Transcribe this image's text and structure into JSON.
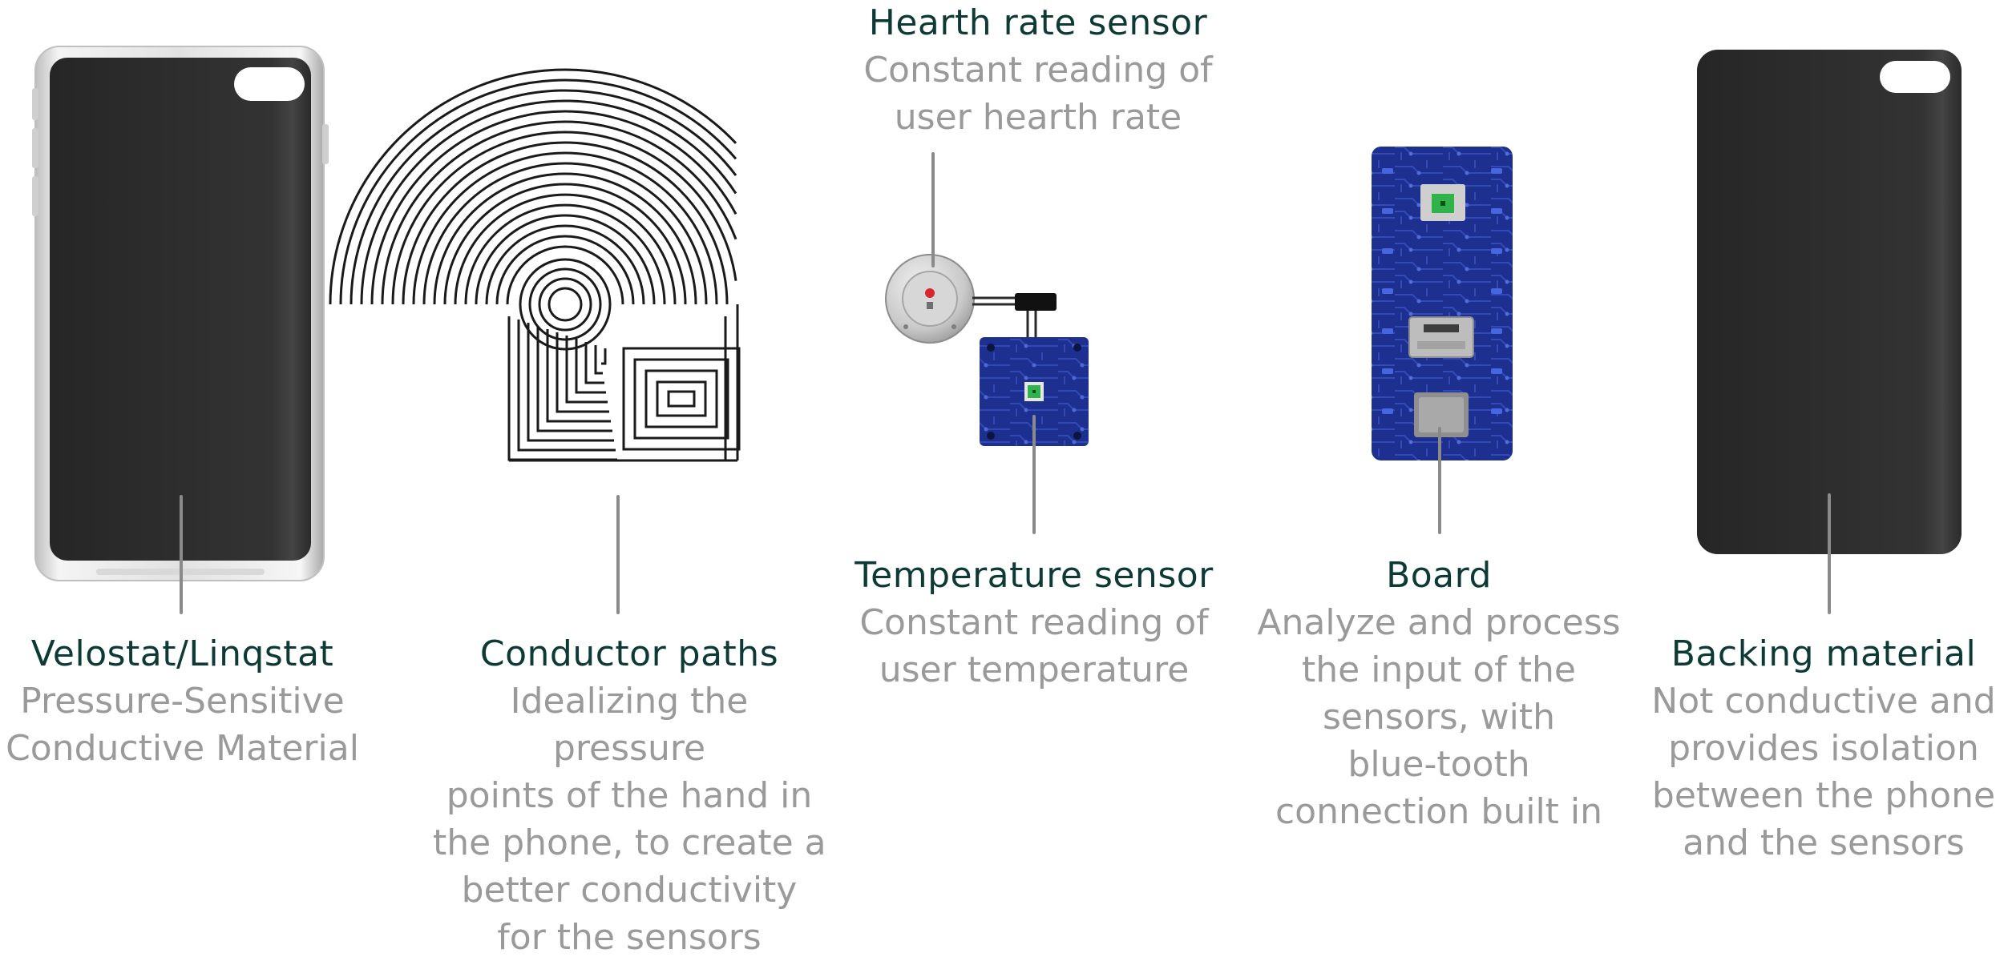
{
  "components": [
    {
      "id": "velostat",
      "title": "Velostat/Linqstat",
      "lines": [
        "Pressure-Sensitive",
        "Conductive Material"
      ]
    },
    {
      "id": "conductor",
      "title": "Conductor paths",
      "lines": [
        "Idealizing the",
        "pressure",
        "points of the hand in",
        "the phone, to create a",
        "better conductivity",
        "for the sensors"
      ]
    },
    {
      "id": "heart",
      "title": "Hearth rate sensor",
      "lines": [
        "Constant reading of",
        "user hearth rate"
      ]
    },
    {
      "id": "temperature",
      "title": "Temperature sensor",
      "lines": [
        "Constant reading of",
        "user temperature"
      ]
    },
    {
      "id": "board",
      "title": "Board",
      "lines": [
        "Analyze and process",
        "the input of the",
        "sensors, with",
        "blue-tooth",
        "connection built in"
      ]
    },
    {
      "id": "backing",
      "title": "Backing material",
      "lines": [
        "Not conductive and",
        "provides isolation",
        "between the phone",
        "and the sensors"
      ]
    }
  ],
  "colors": {
    "title": "#0e3a36",
    "description": "#9a9a9a",
    "leader_line": "#8a8a8a",
    "board_blue": "#1d2f8f",
    "chip_green": "#2fb34a"
  }
}
